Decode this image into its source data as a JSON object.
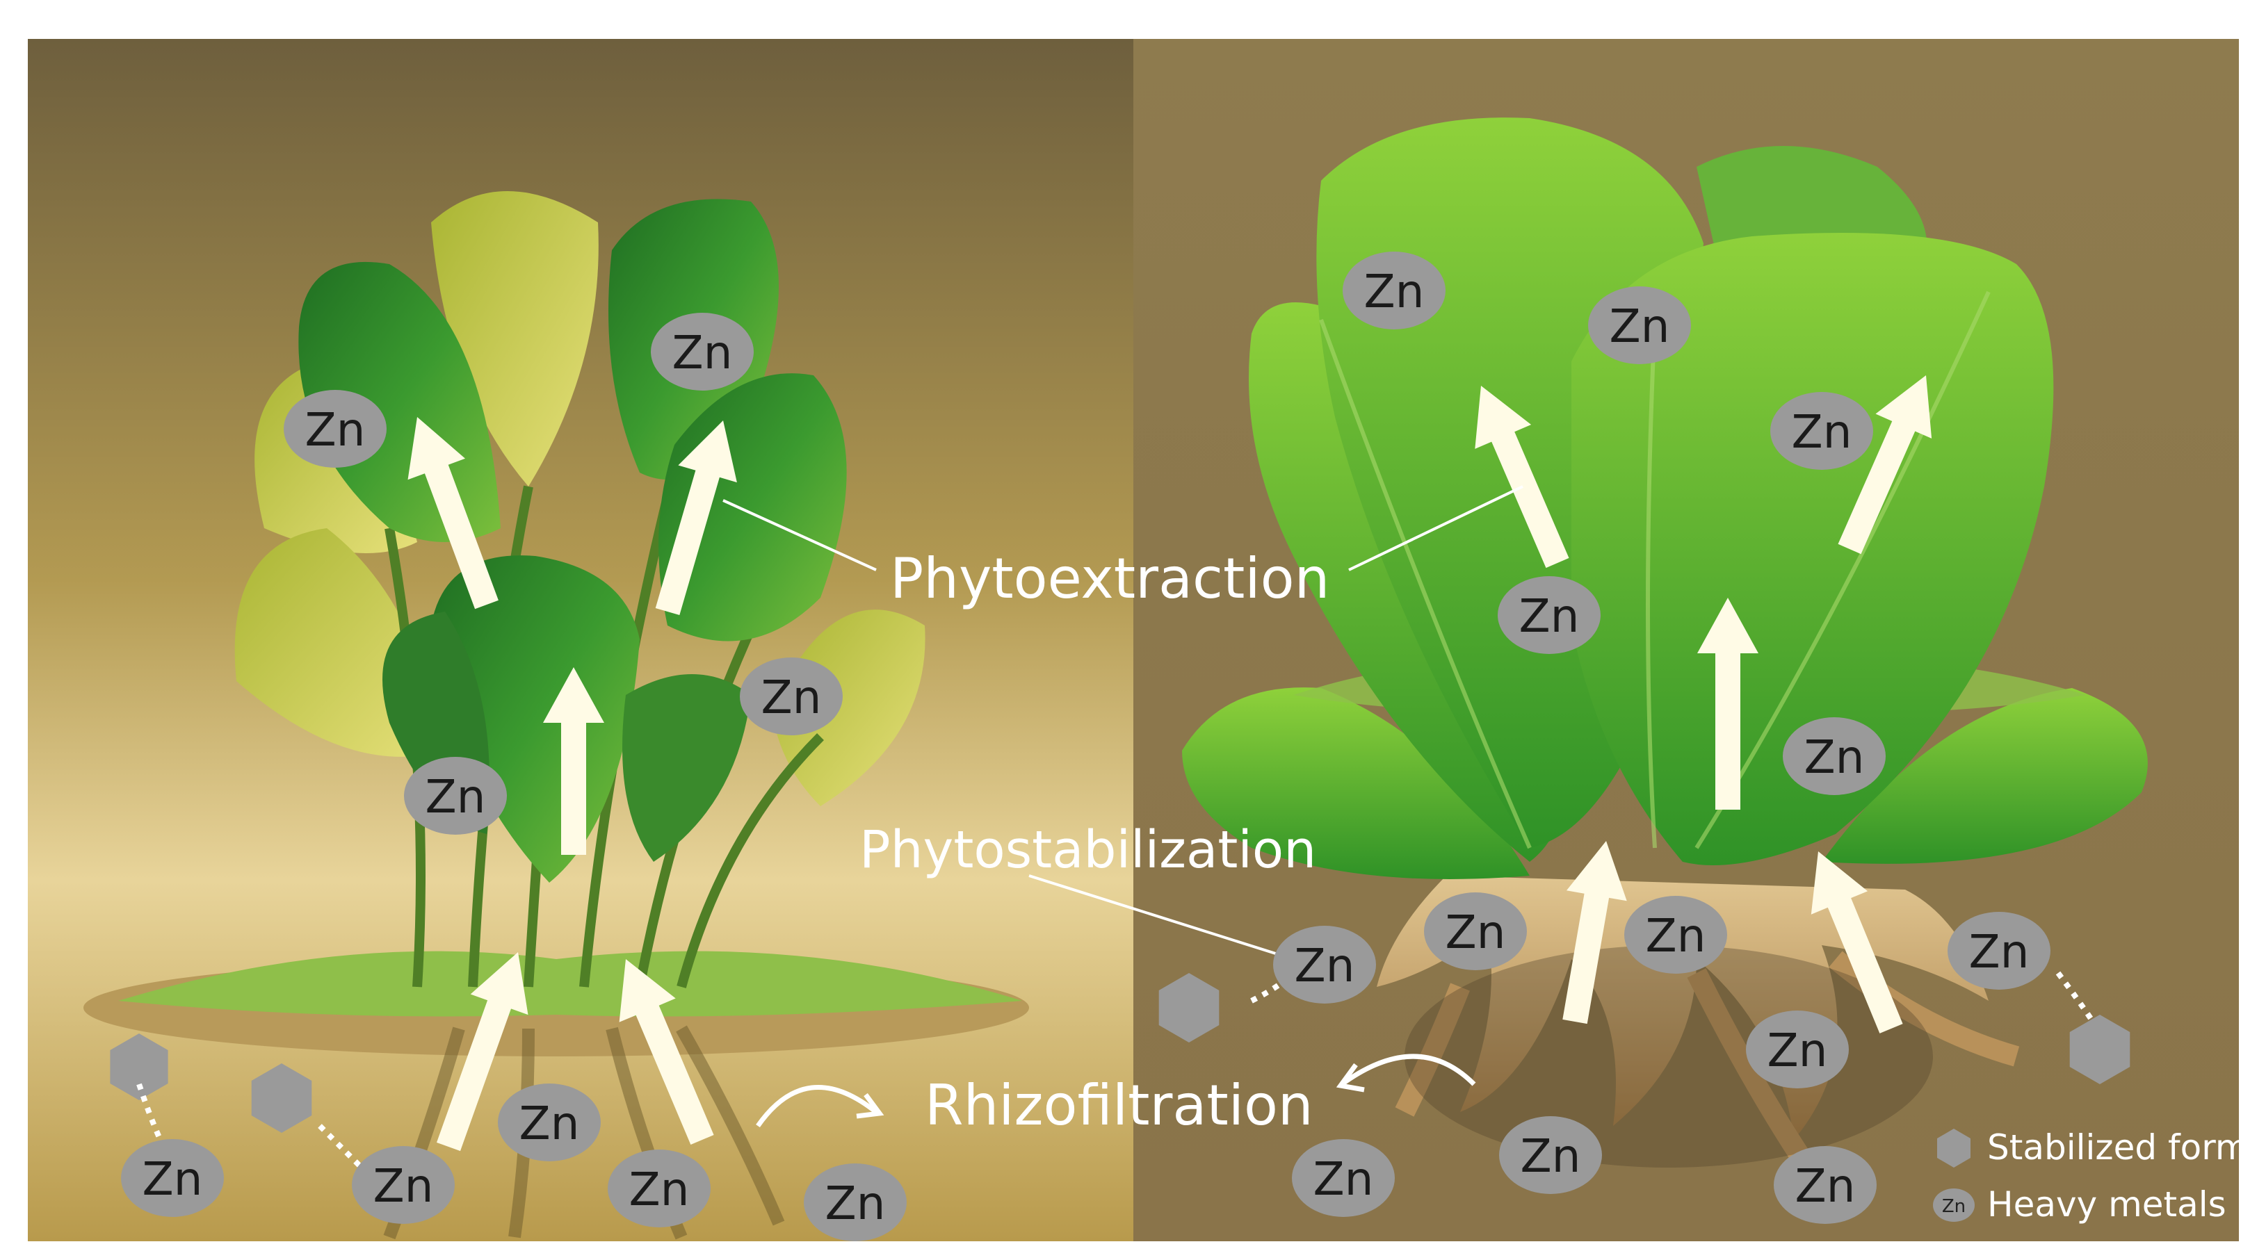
{
  "element_symbol": "Zn",
  "labels": {
    "phytoextraction": "Phytoextraction",
    "phytostabilization": "Phytostabilization",
    "rhizofiltration": "Rhizofiltration"
  },
  "legend": {
    "stabilized": "Stabilized form",
    "heavy_metals": "Heavy metals",
    "heavy_metal_symbol": "Zn"
  },
  "colors": {
    "left_bg": "#c9ac57",
    "right_bg": "#8f7c4e",
    "leaf_dark": "#2f8f2c",
    "leaf_light": "#c6c73a",
    "marker": "#9a9a9a",
    "arrow": "#fffbe6",
    "root": "#c8a26a"
  }
}
